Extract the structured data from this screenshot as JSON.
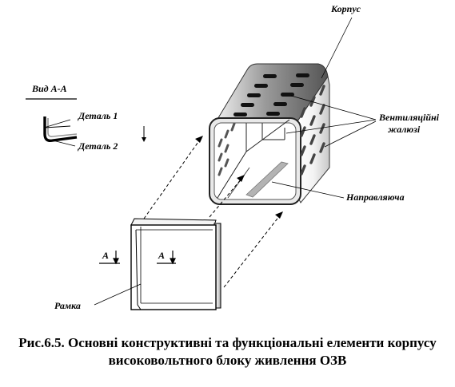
{
  "labels": {
    "korpus": "Корпус",
    "vyd": "Вид А-А",
    "detal1": "Деталь 1",
    "detal2": "Деталь 2",
    "ventyl_line1": "Вентиляційні",
    "ventyl_line2": "жалюзі",
    "napravliacha": "Направляюча",
    "ramka": "Рамка",
    "section_a_left": "А",
    "section_a_right": "А"
  },
  "caption": {
    "line1": "Рис.6.5. Основні конструктивні та функціональні елементи корпусу",
    "line2": "високовольтного блоку живлення ОЗВ"
  }
}
